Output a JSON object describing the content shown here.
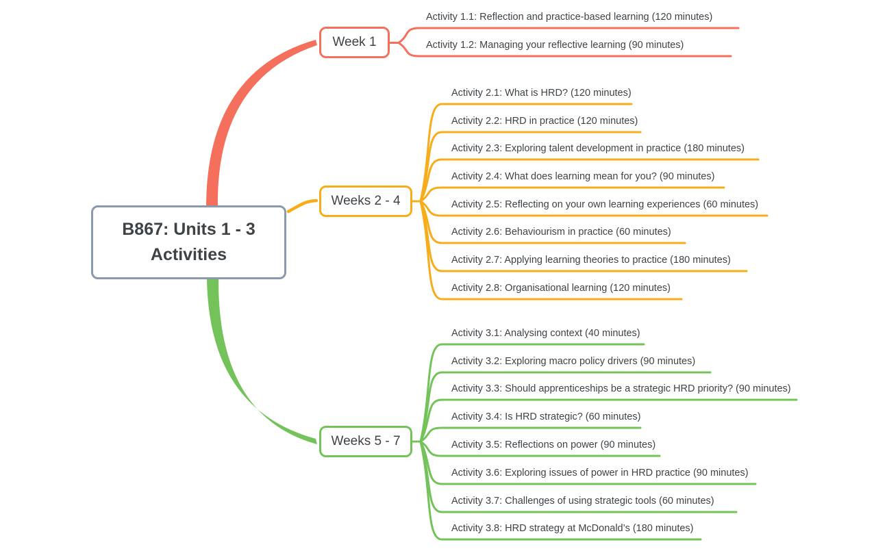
{
  "colors": {
    "week1": "#F4705C",
    "weeks24": "#F7AC1B",
    "weeks57": "#74C35A",
    "rootBorder": "#8A99AC",
    "text": "#3E4347"
  },
  "root": {
    "title": "B867: Units 1 - 3 Activities"
  },
  "branches": [
    {
      "label": "Week 1",
      "color": "#F4705C",
      "activities": [
        {
          "label": "Activity 1.1: Reflection and practice-based learning (120 minutes)"
        },
        {
          "label": "Activity 1.2: Managing your reflective learning (90 minutes)"
        }
      ]
    },
    {
      "label": "Weeks 2 - 4",
      "color": "#F7AC1B",
      "activities": [
        {
          "label": "Activity 2.1: What is HRD? (120 minutes)"
        },
        {
          "label": "Activity 2.2: HRD in practice (120 minutes)"
        },
        {
          "label": "Activity 2.3: Exploring talent development in practice (180 minutes)"
        },
        {
          "label": "Activity 2.4: What does learning mean for you? (90 minutes)"
        },
        {
          "label": "Activity 2.5: Reflecting on your own learning experiences (60 minutes)"
        },
        {
          "label": "Activity 2.6: Behaviourism in practice (60 minutes)"
        },
        {
          "label": "Activity 2.7: Applying learning theories to practice (180 minutes)"
        },
        {
          "label": "Activity 2.8: Organisational learning (120 minutes)"
        }
      ]
    },
    {
      "label": "Weeks 5 - 7",
      "color": "#74C35A",
      "activities": [
        {
          "label": "Activity 3.1: Analysing context (40 minutes)"
        },
        {
          "label": "Activity 3.2: Exploring macro policy drivers (90 minutes)"
        },
        {
          "label": "Activity 3.3: Should apprenticeships be a strategic HRD priority? (90 minutes)"
        },
        {
          "label": "Activity 3.4: Is HRD strategic? (60 minutes)"
        },
        {
          "label": "Activity 3.5: Reflections on power (90 minutes)"
        },
        {
          "label": "Activity 3.6: Exploring issues of power in HRD practice (90 minutes)"
        },
        {
          "label": "Activity 3.7: Challenges of using strategic tools (60 minutes)"
        },
        {
          "label": "Activity 3.8: HRD strategy at McDonald’s (180 minutes)"
        }
      ]
    }
  ]
}
